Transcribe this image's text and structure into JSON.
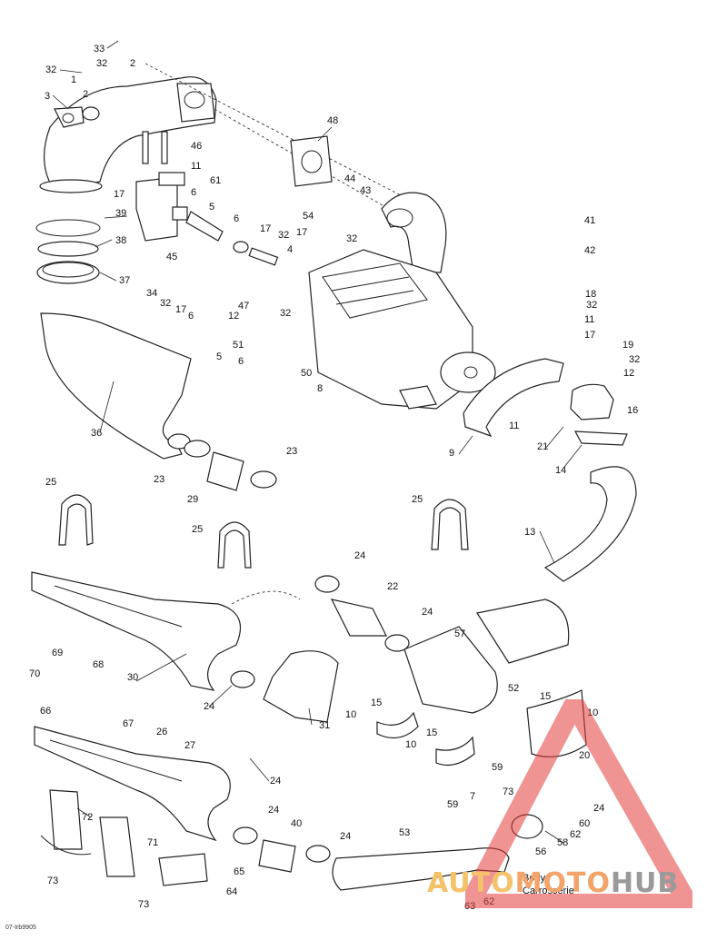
{
  "diagram": {
    "callouts": [
      "33",
      "32",
      "2",
      "32",
      "1",
      "2",
      "3",
      "17",
      "39",
      "38",
      "37",
      "46",
      "11",
      "61",
      "6",
      "5",
      "6",
      "17",
      "32",
      "4",
      "45",
      "48",
      "44",
      "43",
      "54",
      "17",
      "32",
      "34",
      "32",
      "17",
      "6",
      "36",
      "47",
      "12",
      "32",
      "51",
      "50",
      "5",
      "6",
      "8",
      "41",
      "42",
      "18",
      "32",
      "11",
      "17",
      "19",
      "32",
      "12",
      "16",
      "11",
      "21",
      "9",
      "14",
      "23",
      "23",
      "29",
      "25",
      "25",
      "25",
      "13",
      "24",
      "22",
      "24",
      "57",
      "30",
      "24",
      "31",
      "69",
      "68",
      "70",
      "66",
      "67",
      "52",
      "15",
      "10",
      "15",
      "10",
      "20",
      "15",
      "10",
      "59",
      "26",
      "27",
      "24",
      "59",
      "7",
      "73",
      "24",
      "62",
      "60",
      "72",
      "24",
      "40",
      "24",
      "53",
      "58",
      "71",
      "56",
      "73",
      "65",
      "64",
      "73",
      "63",
      "62"
    ],
    "body_label": "Body",
    "body_label_fr": "Carrosserie",
    "drawing_code": "07-Irb9905"
  },
  "watermark": {
    "part1": "AUTO",
    "part2": "MOTO",
    "part3": "HUB",
    "colors": {
      "auto": "#f3c26a",
      "moto": "#f3a46a",
      "hub": "#9a9a9a",
      "triangle": "#e23b3b"
    }
  }
}
